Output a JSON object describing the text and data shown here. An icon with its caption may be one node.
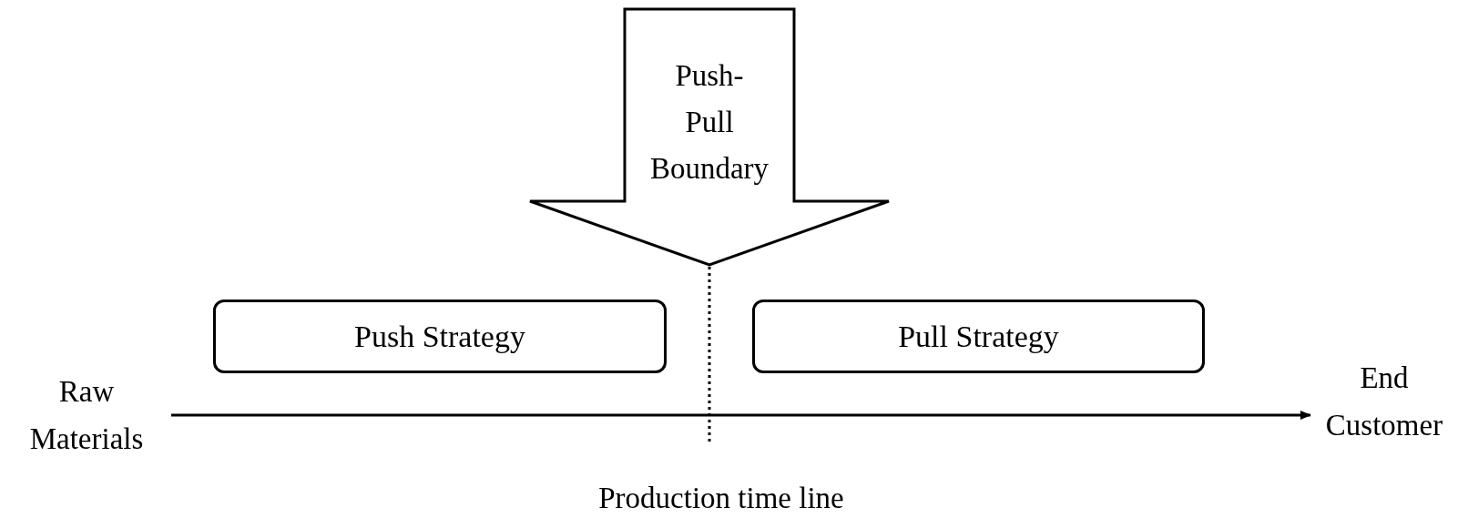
{
  "diagram": {
    "nodes": [
      {
        "text": [
          "Push- Pull Boundary"
        ]
      },
      {
        "text": [
          "Push Strategy"
        ]
      },
      {
        "text": [
          "Pull Strategy"
        ]
      },
      {
        "text": [
          "Raw Materials"
        ]
      },
      {
        "text": [
          "End Customer"
        ]
      }
    ],
    "edges": [
      {
        "from": 3,
        "to": 4,
        "arrow": "to"
      },
      {
        "from": 0,
        "to": null,
        "arrow": "none",
        "style": "dashed"
      }
    ],
    "labels": [
      "Production time line"
    ]
  }
}
